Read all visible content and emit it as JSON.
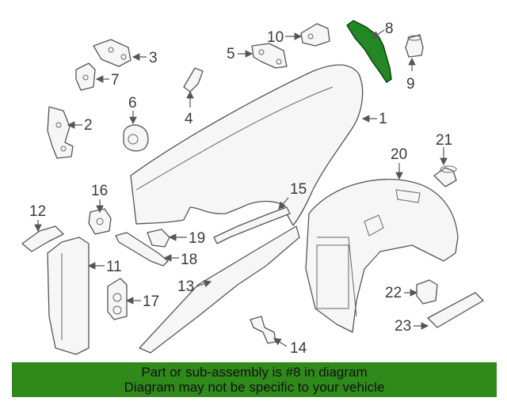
{
  "diagram": {
    "highlight_color": "#1f8a1f",
    "callouts": [
      "1",
      "2",
      "3",
      "4",
      "5",
      "6",
      "7",
      "8",
      "9",
      "10",
      "11",
      "12",
      "13",
      "14",
      "15",
      "16",
      "17",
      "18",
      "19",
      "20",
      "21",
      "22",
      "23"
    ]
  },
  "footer": {
    "line1": "Part or sub-assembly is #8 in diagram",
    "line2": "Diagram may not be specific to your vehicle",
    "background": "#2f8a1a"
  }
}
